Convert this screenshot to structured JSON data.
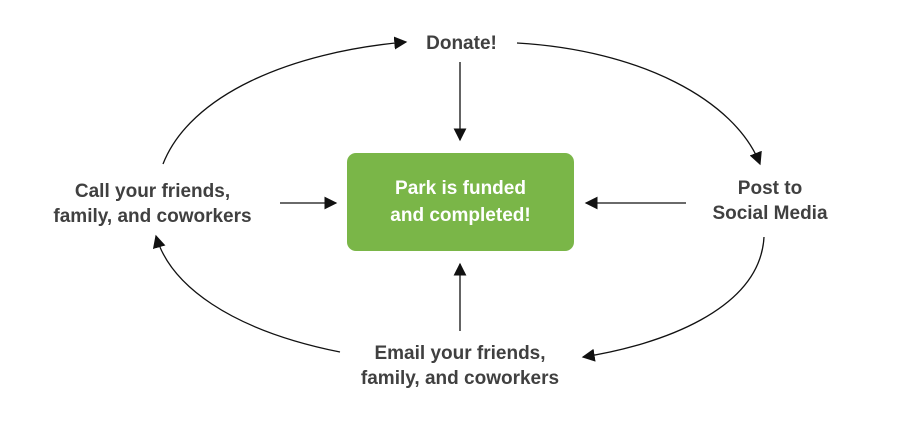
{
  "center": {
    "line1": "Park is funded",
    "line2": "and completed!",
    "fill_color": "#7ab648",
    "text_color": "#ffffff"
  },
  "nodes": {
    "donate": {
      "line1": "Donate!"
    },
    "post": {
      "line1": "Post to",
      "line2": "Social Media"
    },
    "email": {
      "line1": "Email your friends,",
      "line2": "family, and coworkers"
    },
    "call": {
      "line1": "Call your friends,",
      "line2": "family, and coworkers"
    }
  },
  "colors": {
    "label_text": "#404040",
    "arrows": "#111111"
  }
}
